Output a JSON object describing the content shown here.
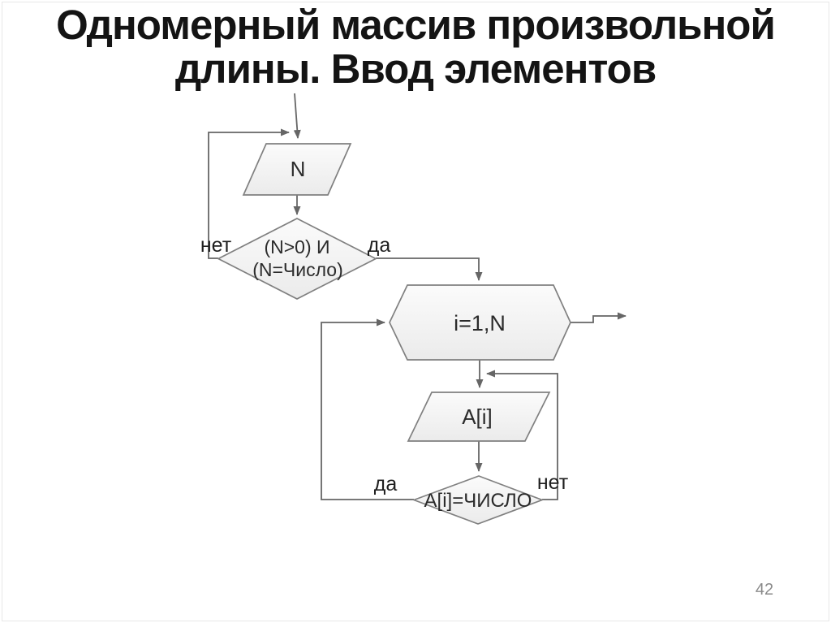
{
  "slide": {
    "title_lines": [
      "Одномерный массив произвольной",
      "длины. Ввод элементов"
    ],
    "page_number": "42"
  },
  "flowchart": {
    "nodes": {
      "input_n": "N",
      "condition_n_line1": "(N>0) И",
      "condition_n_line2": "(N=Число)",
      "loop_header": "i=1,N",
      "input_element": "A[i]",
      "condition_element": "A[i]=ЧИСЛО"
    },
    "branch_labels": {
      "condition_n_no": "нет",
      "condition_n_yes": "да",
      "condition_element_yes": "да",
      "condition_element_no": "нет"
    },
    "colors": {
      "shape_stroke": "#808080",
      "shape_fill_top": "#fbfbfb",
      "shape_fill_bottom": "#ebebeb",
      "connector": "#666666",
      "node_text": "#2b2b2b",
      "title_text": "#141414",
      "page_number_text": "#8a8a8a",
      "slide_border": "#e7e7e7"
    }
  }
}
